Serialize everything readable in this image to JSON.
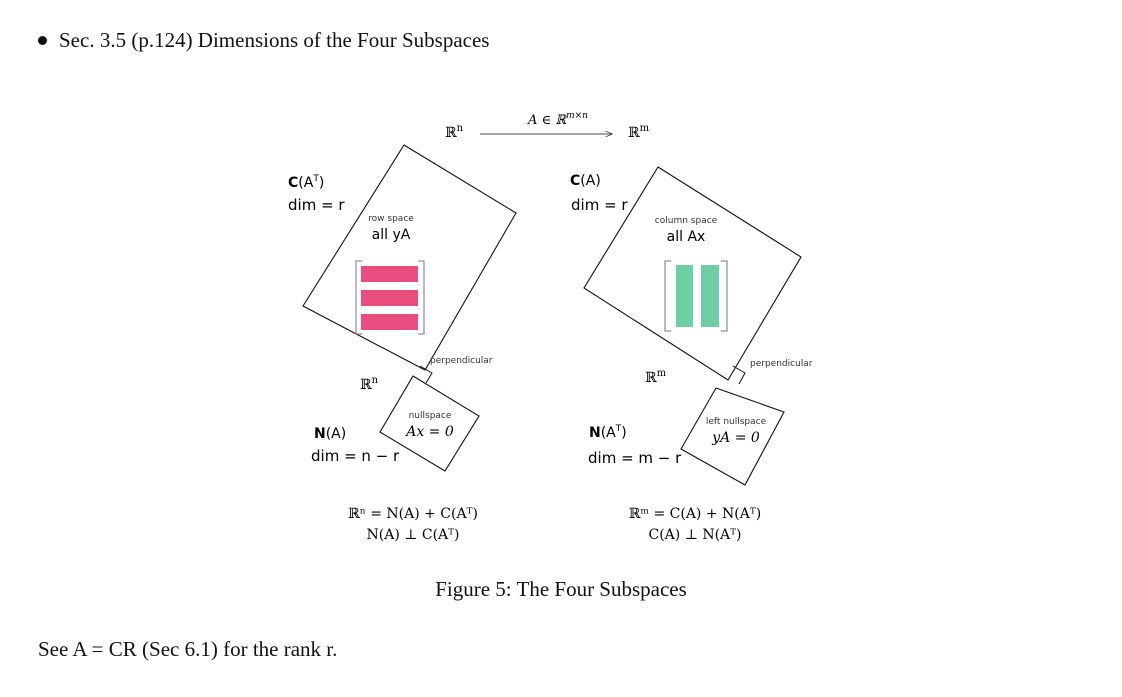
{
  "header": {
    "bullet_text": "Sec. 3.5 (p.124) Dimensions of the Four Subspaces"
  },
  "figure": {
    "map": {
      "domain": "ℝ",
      "domain_exp": "n",
      "codomain": "ℝ",
      "codomain_exp": "m",
      "matrix_label": "A ∈ ℝ",
      "matrix_exp": "m×n"
    },
    "left": {
      "top_space": "C",
      "top_arg": "(A",
      "top_sup": "T",
      "top_close": ")",
      "top_dim": "dim = r",
      "top_name": "row space",
      "top_desc": "all yA",
      "perp": "perpendicular",
      "space": "ℝ",
      "space_exp": "n",
      "bottom_space": "N",
      "bottom_arg": "(A)",
      "bottom_dim": "dim = n − r",
      "bottom_name": "nullspace",
      "bottom_desc": "Ax = 0",
      "eq1": "ℝⁿ = N(A) + C(Aᵀ)",
      "eq2": "N(A) ⊥ C(Aᵀ)"
    },
    "right": {
      "top_space": "C",
      "top_arg": "(A)",
      "top_dim": "dim = r",
      "top_name": "column space",
      "top_desc": "all Ax",
      "perp": "perpendicular",
      "space": "ℝ",
      "space_exp": "m",
      "bottom_space": "N",
      "bottom_arg": "(A",
      "bottom_sup": "T",
      "bottom_close": ")",
      "bottom_dim": "dim = m − r",
      "bottom_name": "left nullspace",
      "bottom_desc": "yA = 0",
      "eq1": "ℝᵐ = C(A) + N(Aᵀ)",
      "eq2": "C(A) ⊥ N(Aᵀ)"
    },
    "colors": {
      "row_bars": "#e94e7f",
      "col_bars": "#6ecfa5",
      "lines": "#111111"
    }
  },
  "caption": "Figure 5: The Four Subspaces",
  "footer": {
    "text": "See A = CR (Sec 6.1) for the rank r."
  }
}
